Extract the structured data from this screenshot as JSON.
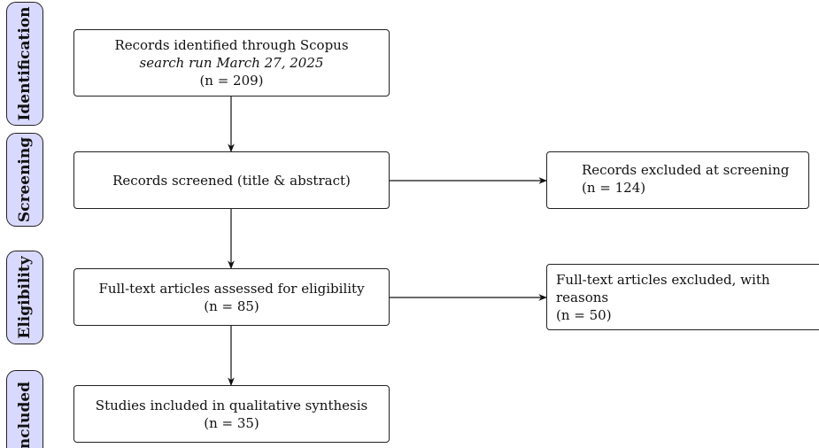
{
  "stages": {
    "identification": "Identification",
    "screening": "Screening",
    "eligibility": "Eligibility",
    "included": "Included"
  },
  "boxes": {
    "identified": {
      "line1": "Records identified through Scopus",
      "line2": "search run March 27, 2025",
      "count": "(n = 209)"
    },
    "screened": {
      "line1": "Records screened (title & abstract)"
    },
    "excluded_screening": {
      "line1": "Records excluded at screening",
      "count": "(n = 124)"
    },
    "eligibility": {
      "line1": "Full-text articles assessed for eligibility",
      "count": "(n = 85)"
    },
    "excluded_fulltext": {
      "line1": "Full-text articles excluded, with reasons",
      "count": "(n = 50)"
    },
    "included": {
      "line1": "Studies included in qualitative synthesis",
      "count": "(n = 35)"
    }
  }
}
